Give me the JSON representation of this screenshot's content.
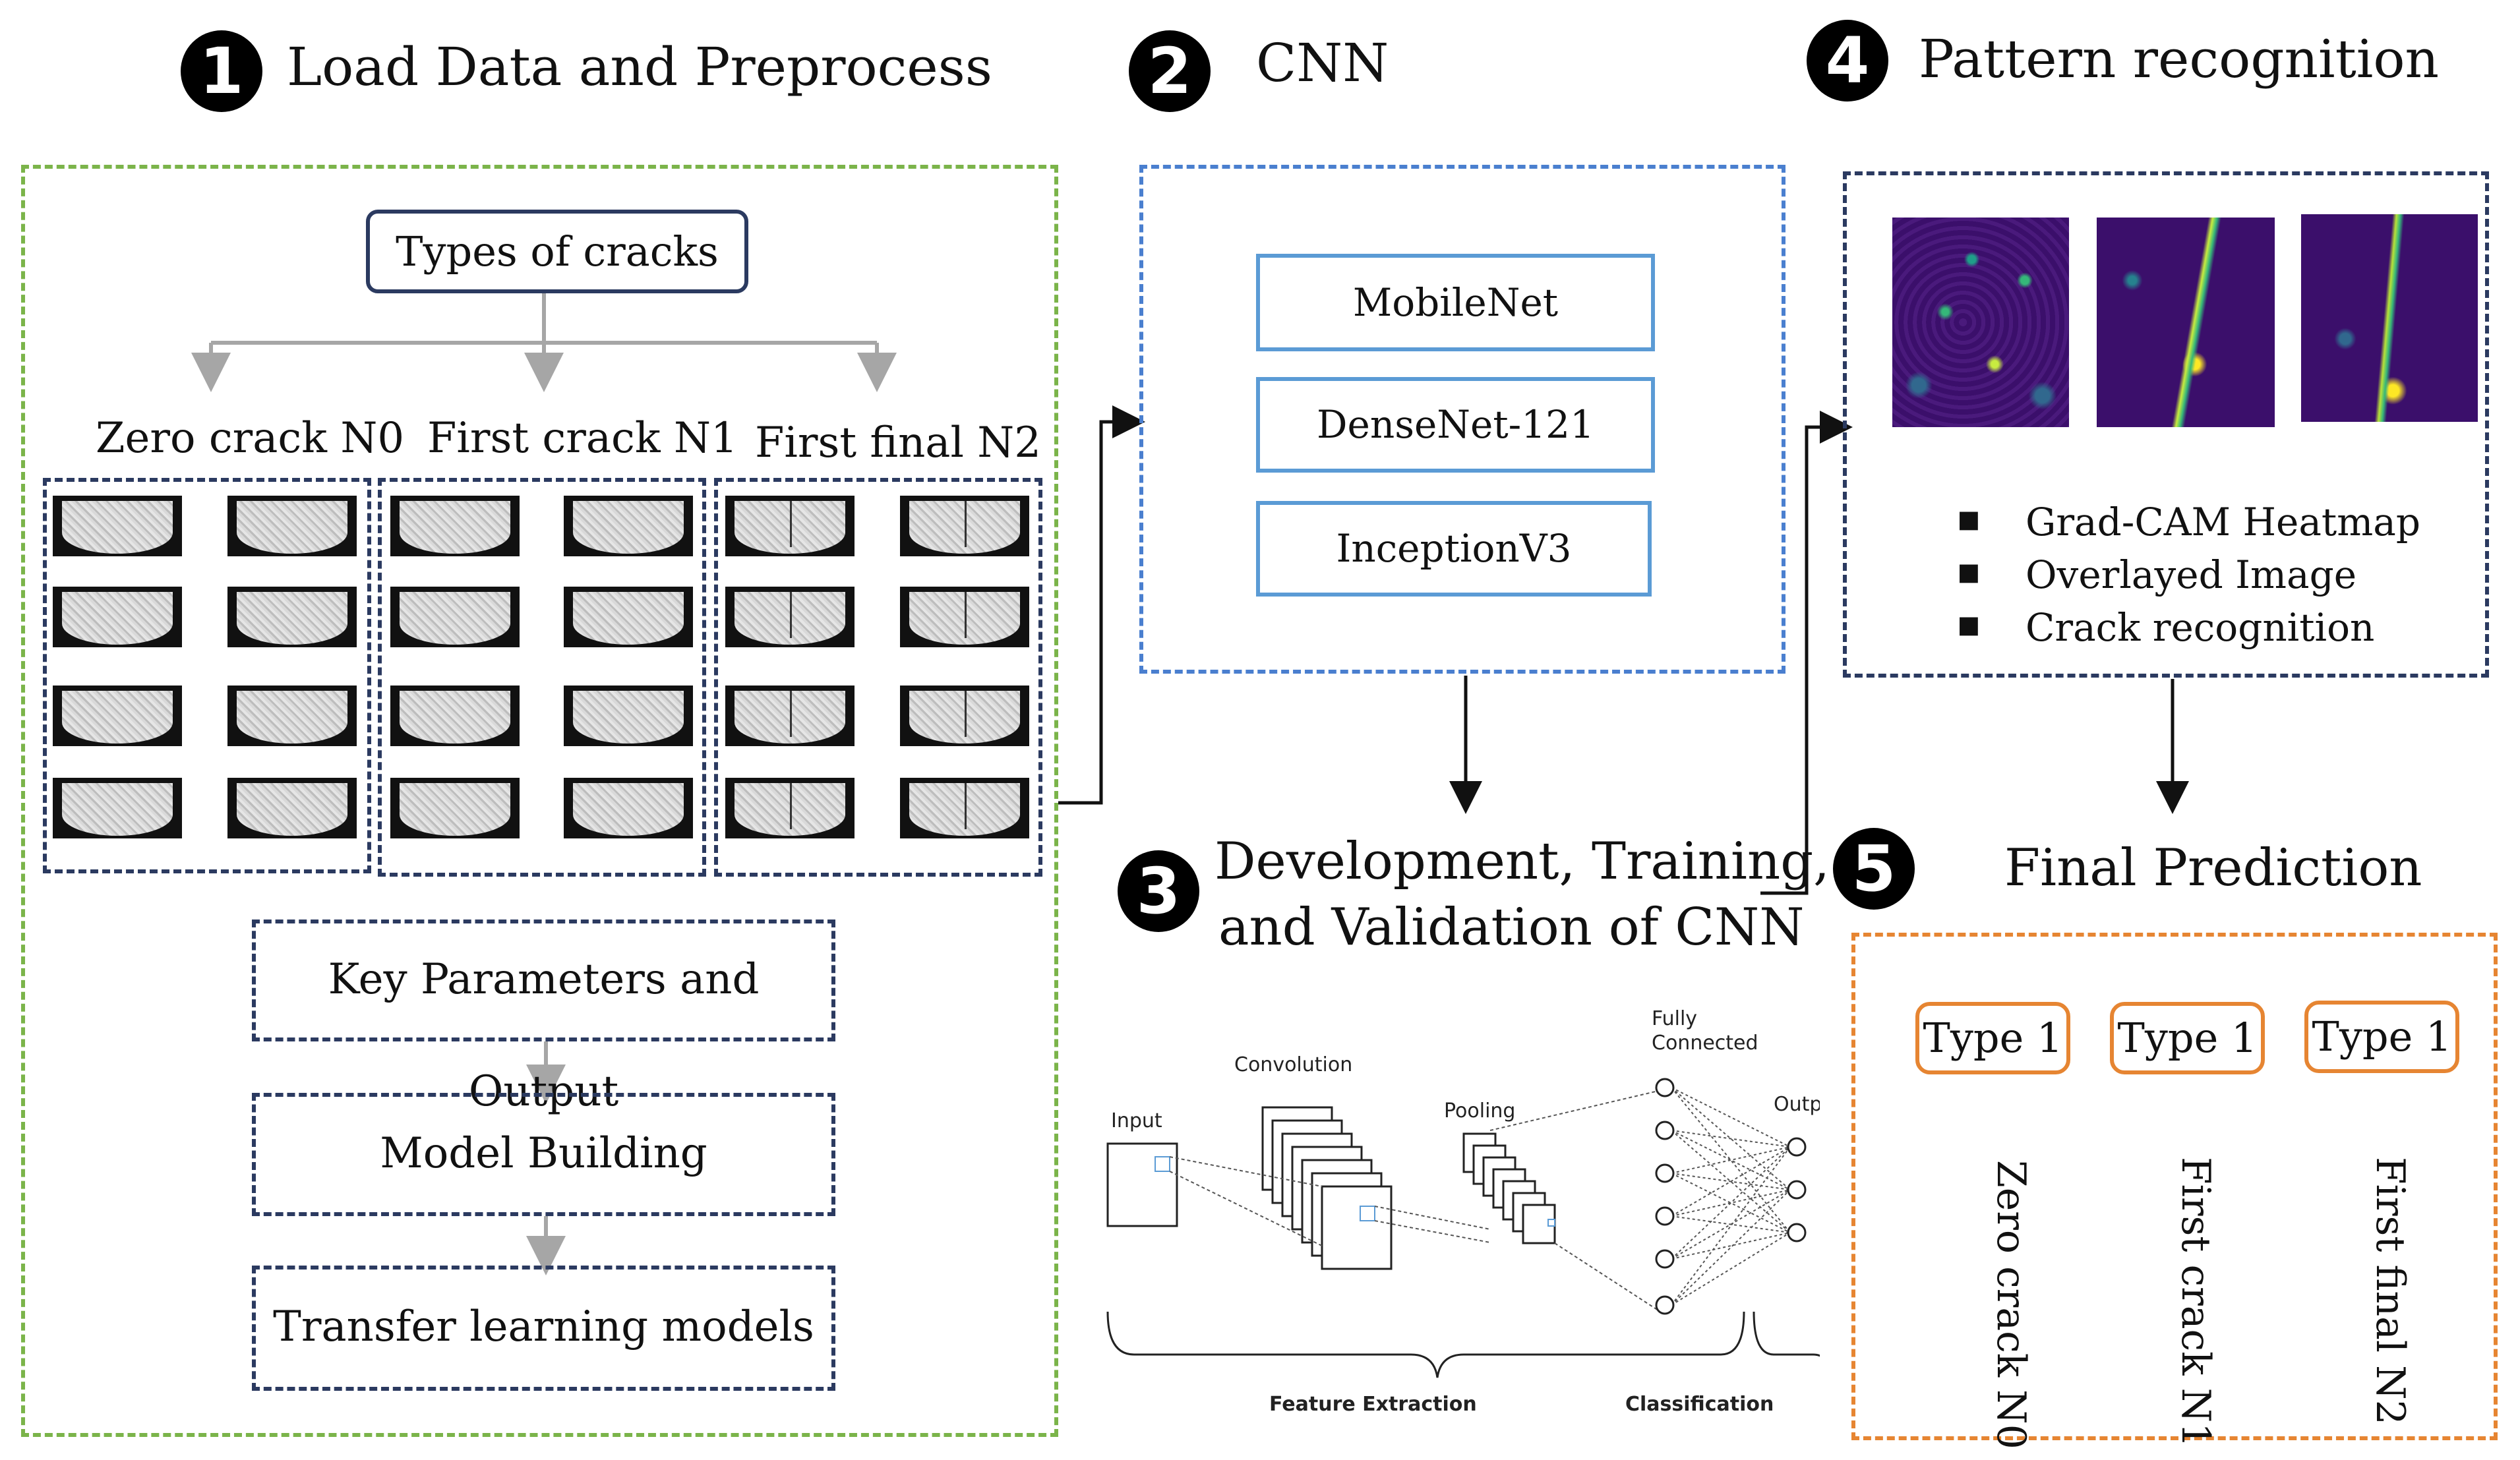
{
  "steps": [
    {
      "number": "1",
      "title": "Load Data and Preprocess"
    },
    {
      "number": "2",
      "title": "CNN"
    },
    {
      "number": "3",
      "title_line1": "Development, Training,",
      "title_line2": "and Validation of CNN"
    },
    {
      "number": "4",
      "title": "Pattern recognition"
    },
    {
      "number": "5",
      "title": "Final Prediction"
    }
  ],
  "load": {
    "types_title": "Types of cracks",
    "crack_types": [
      "Zero crack N0",
      "First crack N1",
      "First final N2"
    ],
    "pipeline": [
      "Key Parameters  and Output",
      "Model Building",
      "Transfer learning  models"
    ]
  },
  "cnn": {
    "models": [
      "MobileNet",
      "DenseNet-121",
      "InceptionV3"
    ]
  },
  "cnn_diagram": {
    "labels": {
      "input": "Input",
      "convolution": "Convolution",
      "pooling": "Pooling",
      "fully_connected_1": "Fully",
      "fully_connected_2": "Connected",
      "output": "Output",
      "feature_extraction": "Feature Extraction",
      "classification": "Classification"
    }
  },
  "pattern": {
    "bullets": [
      "Grad-CAM Heatmap",
      "Overlayed Image",
      "Crack recognition"
    ]
  },
  "prediction": {
    "types": [
      "Type  1",
      "Type  1",
      "Type  1"
    ],
    "labels": [
      "Zero crack N0",
      "First crack N1",
      "First final N2"
    ]
  },
  "colors": {
    "green": "#7bb44a",
    "blue": "#4a7fcf",
    "navy": "#2b3a60",
    "orange": "#e68532",
    "heatmap_bg": "#3b0f6b",
    "heatmap_hot": "#b8e23a"
  }
}
